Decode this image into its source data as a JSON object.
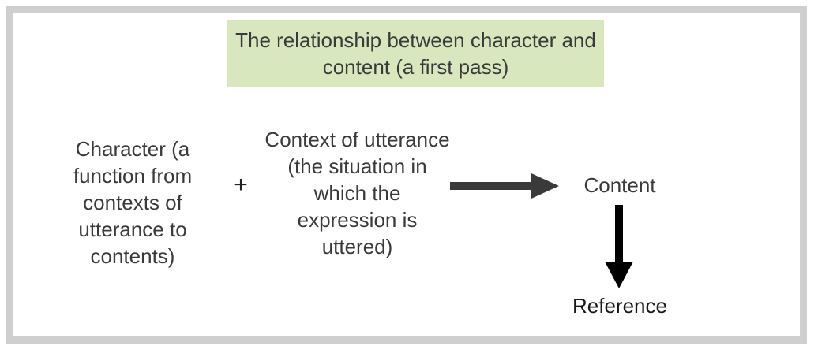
{
  "figure": {
    "title": "The relationship between character and content (a first pass)",
    "title_background": "#d9e7bf",
    "frame_color": "#cfcfcf",
    "background": "#ffffff",
    "text_color": "#3a3a3a"
  },
  "nodes": {
    "character": "Character (a function from contexts of utterance to contents)",
    "context": "Context of utterance (the situation in which the expression is uttered)",
    "content": "Content",
    "reference": "Reference"
  },
  "operators": {
    "plus": "+"
  },
  "arrows": [
    {
      "name": "character-context-to-content",
      "direction": "right",
      "color": "#3a3a3a",
      "from": "character + context of utterance",
      "to": "Content"
    },
    {
      "name": "content-to-reference",
      "direction": "down",
      "color": "#000000",
      "from": "Content",
      "to": "Reference"
    }
  ]
}
